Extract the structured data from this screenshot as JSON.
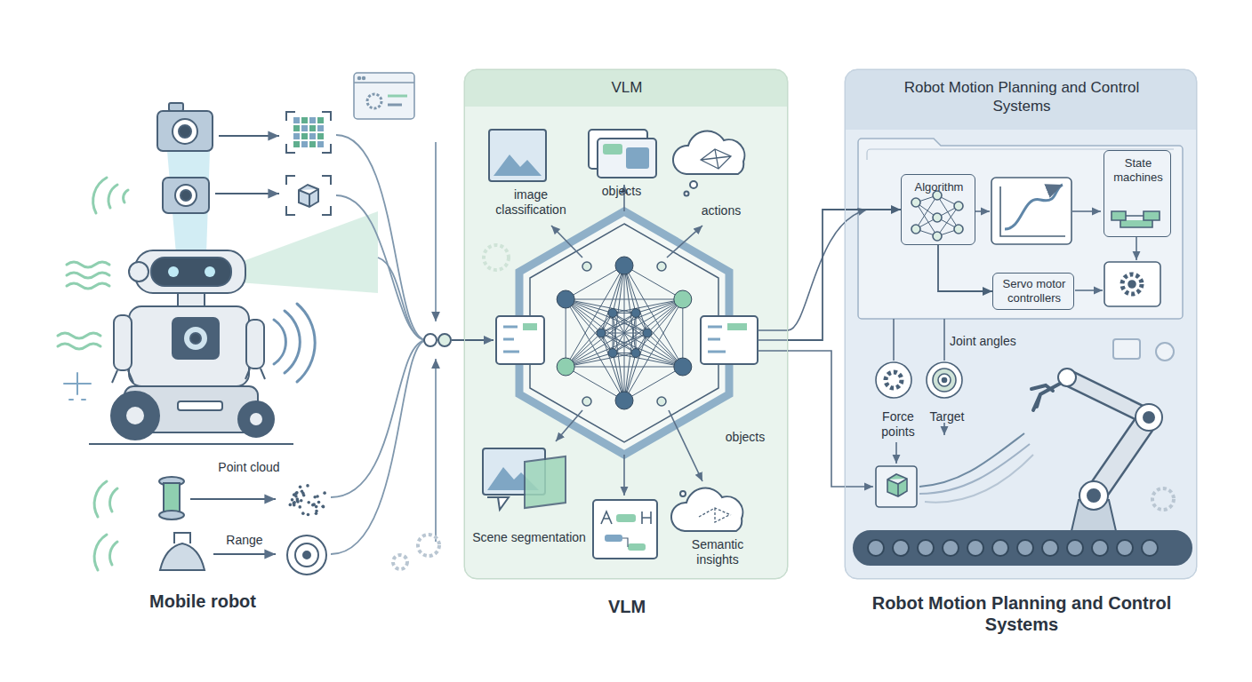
{
  "diagram": {
    "nodes": [
      {
        "text": [
          "VLM",
          "VLM"
        ]
      },
      {
        "text": [
          "image classification"
        ],
        "in": 0
      },
      {
        "text": [
          "objects"
        ],
        "in": 0
      },
      {
        "text": [
          "actions"
        ],
        "in": 0
      },
      {
        "text": [
          "Scene segmentation"
        ],
        "in": 0
      },
      {
        "text": [
          "Semantic insights"
        ],
        "in": 0
      },
      {
        "text": [
          "Robot Motion Planning and Control Systems",
          "Robot Motion Planning and Control Systems"
        ]
      },
      {
        "text": [
          "Algorithm"
        ],
        "in": 6
      },
      {
        "text": [
          "State machines"
        ],
        "in": 6
      },
      {
        "text": [
          "Servo motor controllers"
        ],
        "in": 6
      },
      {
        "text": [
          "Force points"
        ],
        "in": 6
      },
      {
        "text": [
          "Target"
        ],
        "in": 6
      }
    ],
    "edges": [
      {
        "from": 0,
        "to": 7,
        "arrow": "to"
      },
      {
        "from": 7,
        "to": 9,
        "arrow": "to"
      }
    ],
    "labels": [
      "Point cloud",
      "Range",
      "objects",
      "Joint angles",
      "Mobile robot"
    ]
  }
}
